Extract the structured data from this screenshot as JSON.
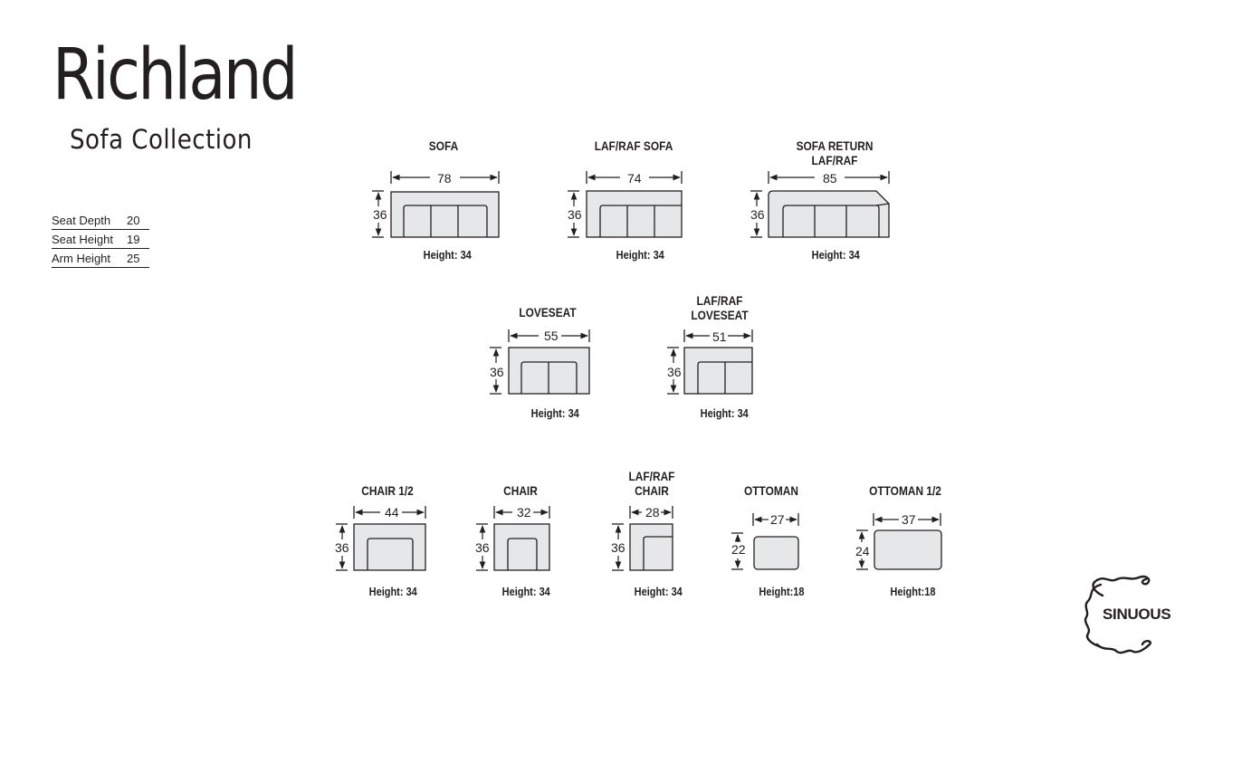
{
  "header": {
    "brand": "Richland",
    "subtitle": "Sofa Collection"
  },
  "specs": [
    {
      "label": "Seat Depth",
      "value": "20"
    },
    {
      "label": "Seat Height",
      "value": "19"
    },
    {
      "label": "Arm Height",
      "value": "25"
    }
  ],
  "pieces": {
    "sofa": {
      "title": "SOFA",
      "width": "78",
      "depth": "36",
      "height": "Height: 34"
    },
    "laf_raf_sofa": {
      "title": "LAF/RAF  SOFA",
      "width": "74",
      "depth": "36",
      "height": "Height: 34"
    },
    "sofa_return": {
      "title_line1": "SOFA RETURN",
      "title_line2": "LAF/RAF",
      "width": "85",
      "depth": "36",
      "height": "Height: 34"
    },
    "loveseat": {
      "title": "LOVESEAT",
      "width": "55",
      "depth": "36",
      "height": "Height: 34"
    },
    "laf_raf_loveseat": {
      "title_line1": "LAF/RAF",
      "title_line2": "LOVESEAT",
      "width": "51",
      "depth": "36",
      "height": "Height: 34"
    },
    "chair_half": {
      "title": "CHAIR 1/2",
      "width": "44",
      "depth": "36",
      "height": "Height: 34"
    },
    "chair": {
      "title": "CHAIR",
      "width": "32",
      "depth": "36",
      "height": "Height: 34"
    },
    "laf_raf_chair": {
      "title_line1": "LAF/RAF",
      "title_line2": "CHAIR",
      "width": "28",
      "depth": "36",
      "height": "Height: 34"
    },
    "ottoman": {
      "title": "OTTOMAN",
      "width": "27",
      "depth": "22",
      "height": "Height:18"
    },
    "ottoman_half": {
      "title": "OTTOMAN 1/2",
      "width": "37",
      "depth": "24",
      "height": "Height:18"
    }
  },
  "logo": {
    "text": "SINUOUS"
  }
}
